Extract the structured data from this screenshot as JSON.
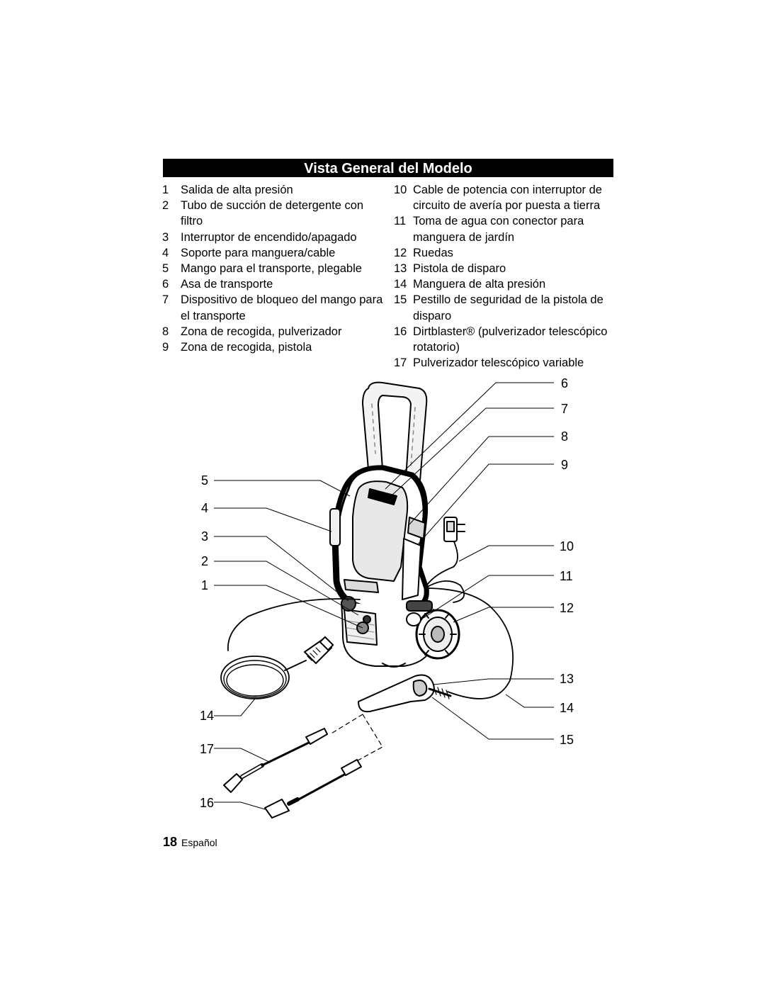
{
  "title": "Vista General del Modelo",
  "left_items": [
    {
      "num": "1",
      "text": "Salida de alta presión"
    },
    {
      "num": "2",
      "text": "Tubo de succión de detergente con filtro"
    },
    {
      "num": "3",
      "text": "Interruptor de encendido/apagado"
    },
    {
      "num": "4",
      "text": "Soporte para manguera/cable"
    },
    {
      "num": "5",
      "text": "Mango para el transporte, plegable"
    },
    {
      "num": "6",
      "text": "Asa de transporte"
    },
    {
      "num": "7",
      "text": "Dispositivo de bloqueo del mango para el transporte"
    },
    {
      "num": "8",
      "text": "Zona de recogida, pulverizador"
    },
    {
      "num": "9",
      "text": "Zona de recogida, pistola"
    }
  ],
  "right_items": [
    {
      "num": "10",
      "text": "Cable de potencia con interruptor de circuito de avería por puesta a tierra"
    },
    {
      "num": "11",
      "text": "Toma de agua con conector para manguera de jardín"
    },
    {
      "num": "12",
      "text": "Ruedas"
    },
    {
      "num": "13",
      "text": "Pistola de disparo"
    },
    {
      "num": "14",
      "text": "Manguera de alta presión"
    },
    {
      "num": "15",
      "text": "Pestillo de seguridad de la pistola de disparo"
    },
    {
      "num": "16",
      "text": "Dirtblaster® (pulverizador telescópico rotatorio)"
    },
    {
      "num": "17",
      "text": "Pulverizador telescópico variable"
    }
  ],
  "callouts": {
    "c1": "1",
    "c2": "2",
    "c3": "3",
    "c4": "4",
    "c5": "5",
    "c6": "6",
    "c7": "7",
    "c8": "8",
    "c9": "9",
    "c10": "10",
    "c11": "11",
    "c12": "12",
    "c13": "13",
    "c14a": "14",
    "c14b": "14",
    "c15": "15",
    "c16": "16",
    "c17": "17"
  },
  "footer": {
    "page": "18",
    "language": "Español"
  }
}
